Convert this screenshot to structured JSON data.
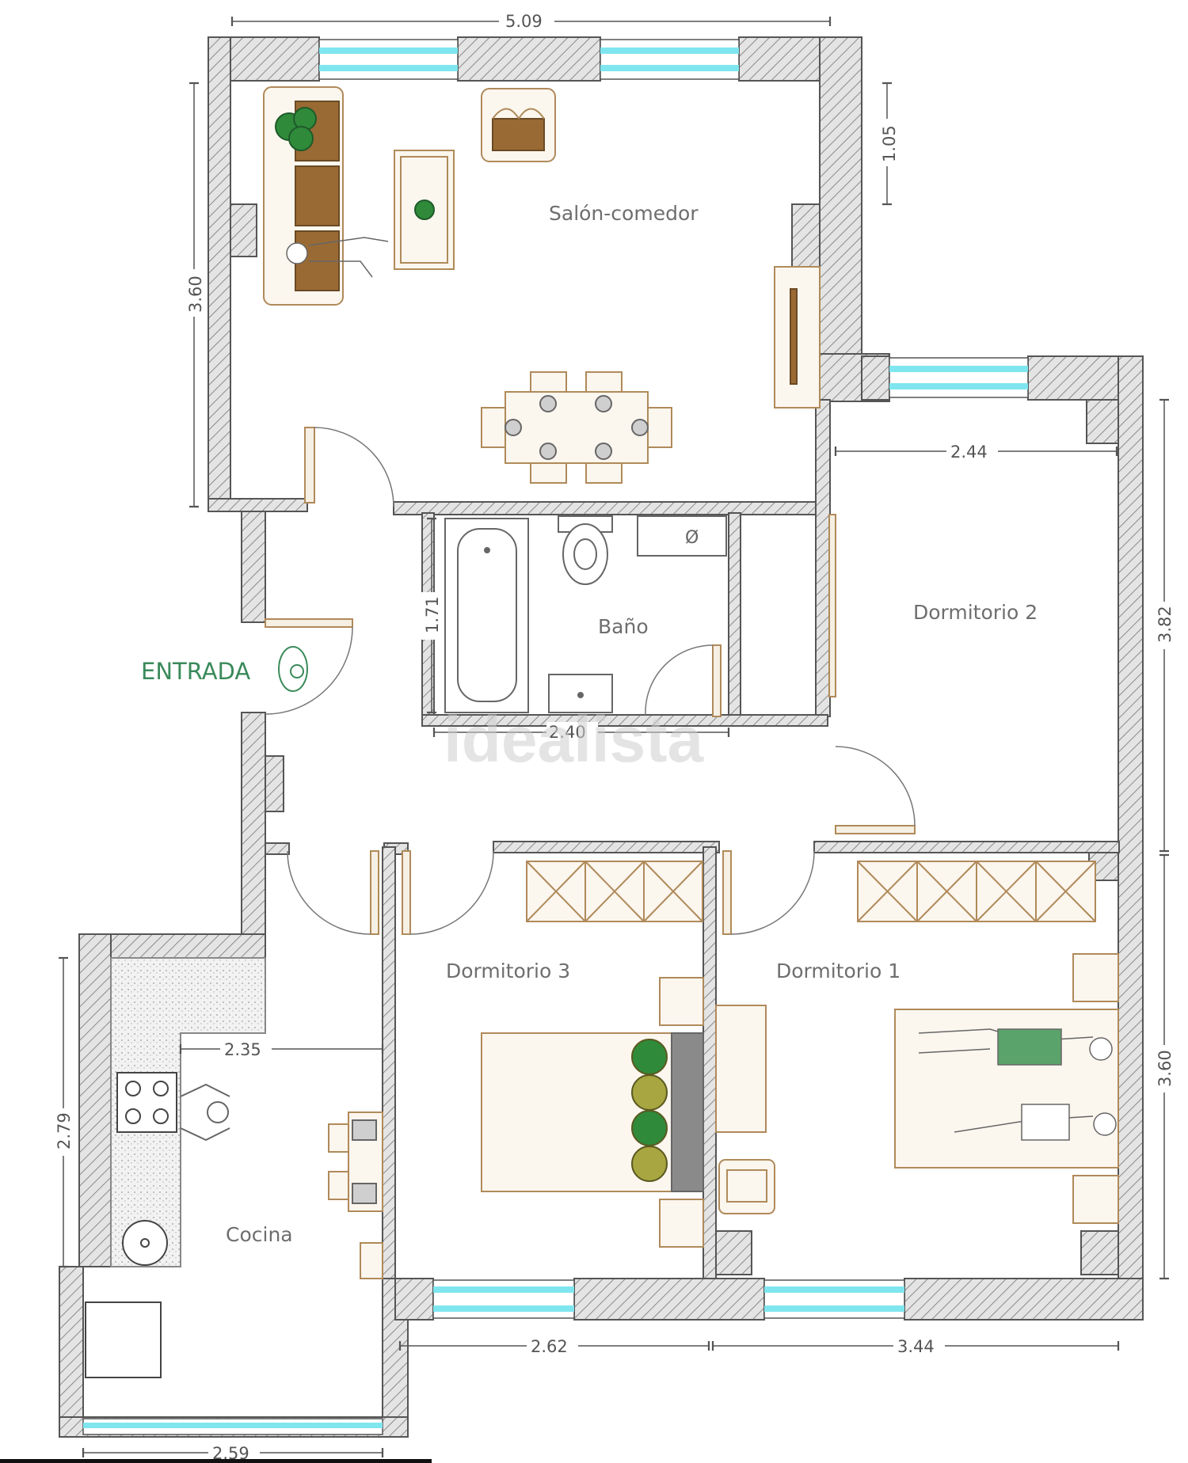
{
  "rooms": {
    "salon": "Salón-comedor",
    "dormitorio2": "Dormitorio 2",
    "bano": "Baño",
    "dormitorio3": "Dormitorio 3",
    "dormitorio1": "Dormitorio 1",
    "cocina": "Cocina"
  },
  "entrance_label": "ENTRADA",
  "dimensions": {
    "top_width": "5.09",
    "salon_window_offset": "1.05",
    "salon_height": "3.60",
    "dorm2_width": "2.44",
    "dorm2_height": "3.82",
    "bano_height": "1.71",
    "bano_width": "2.40",
    "cocina_width": "2.35",
    "cocina_height": "2.79",
    "dorm1_height": "3.60",
    "dorm3_width": "2.62",
    "dorm1_width": "3.44",
    "bottom_width": "2.59"
  },
  "watermark": "idealista",
  "colors": {
    "wall_fill": "#d8d8d8",
    "wall_stroke": "#555555",
    "window": "#7fe6ef",
    "furniture": "#b08a5a",
    "plant": "#2f8a3a"
  }
}
